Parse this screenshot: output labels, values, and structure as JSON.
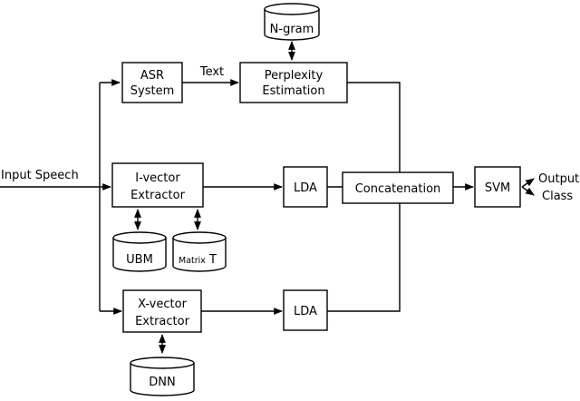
{
  "input_label": "Input Speech",
  "asr": {
    "line1": "ASR",
    "line2": "System"
  },
  "text_label": "Text",
  "perplexity": {
    "line1": "Perplexity",
    "line2": "Estimation"
  },
  "ngram": "N-gram",
  "ivector": {
    "line1": "I-vector",
    "line2": "Extractor"
  },
  "ubm": "UBM",
  "matrix_t": {
    "small": "Matrix",
    "big": "T"
  },
  "lda_top": "LDA",
  "lda_bottom": "LDA",
  "concatenation": "Concatenation",
  "svm": "SVM",
  "output": {
    "line1": "Output",
    "line2": "Class"
  },
  "xvector": {
    "line1": "X-vector",
    "line2": "Extractor"
  },
  "dnn": "DNN"
}
